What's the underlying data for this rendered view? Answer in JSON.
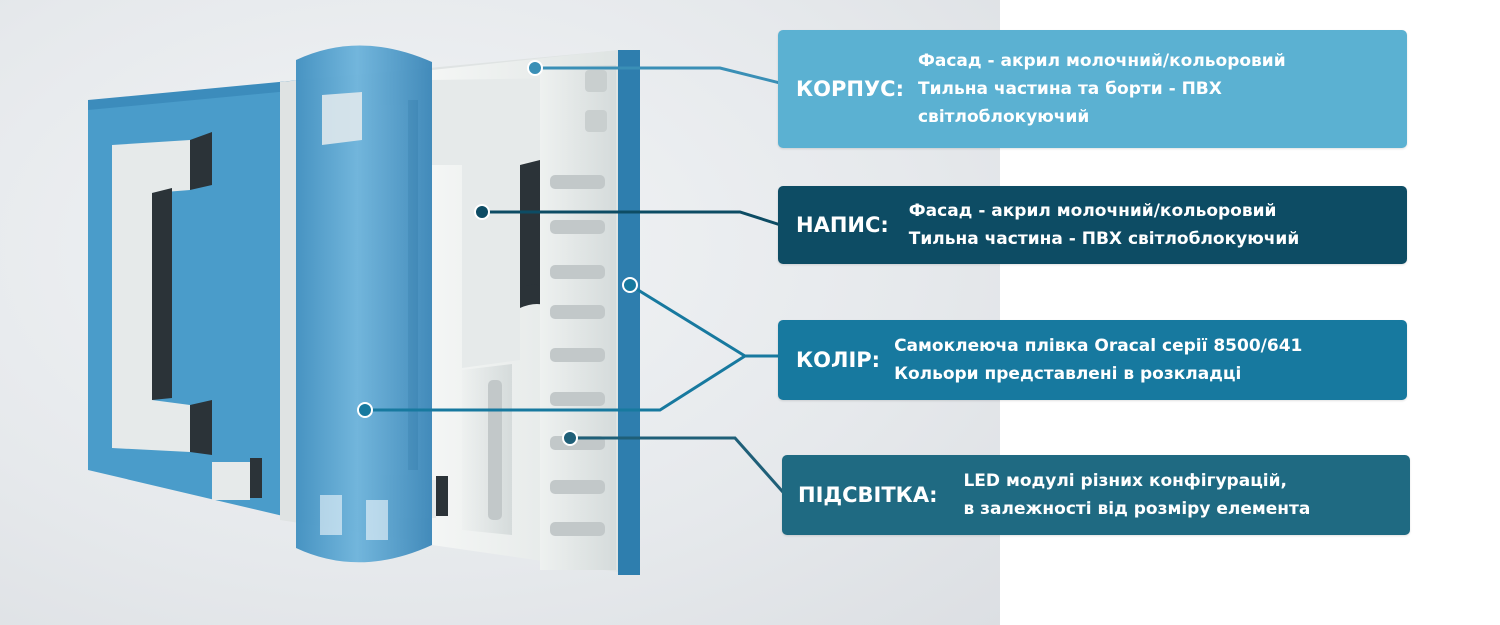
{
  "callouts": {
    "body": {
      "label": "КОРПУС:",
      "lines": [
        "Фасад - акрил молочний/кольоровий",
        "Тильна частина та борти - ПВХ",
        "світлоблокуючий"
      ],
      "color": "#5bb1d2"
    },
    "text": {
      "label": "НАПИС:",
      "lines": [
        "Фасад - акрил молочний/кольоровий",
        "Тильна частина - ПВХ світлоблокуючий"
      ],
      "color": "#0d4c64"
    },
    "color": {
      "label": "КОЛІР:",
      "lines": [
        "Самоклеюча плівка Oracal серії 8500/641",
        "Кольори представлені в розкладці"
      ],
      "color": "#17799f"
    },
    "lighting": {
      "label": "ПІДСВІТКА:",
      "lines": [
        "LED модулі різних конфігурацій,",
        "в залежності від розміру елемента"
      ],
      "color": "#1f6a82"
    }
  },
  "colors": {
    "sign_blue": "#4a9cca",
    "sign_blue_dark": "#2e7eae",
    "letter_face": "#e6eaea",
    "letter_side": "#2b3338",
    "leader_line": "#1f5f78"
  }
}
